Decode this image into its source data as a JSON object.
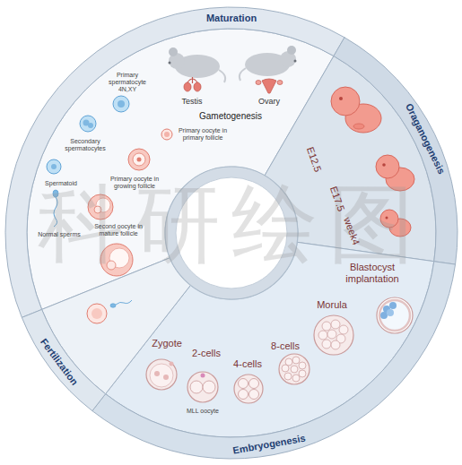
{
  "diagram": {
    "nodes": [
      {
        "text": [
          "Maturation"
        ]
      },
      {
        "text": [
          "Oraganogenesis"
        ]
      },
      {
        "text": [
          "Embryogenesis"
        ]
      },
      {
        "text": [
          "Fertilization"
        ]
      }
    ],
    "labels": [
      "Testis",
      "Ovary",
      "Gametogenesis",
      "Primary spermatocyte 4N,XY",
      "Secondary spermatocytes",
      "Spermatoid",
      "Normal sperms",
      "Primary oocyte in primary follicle",
      "Primary oocyte in growing follicle",
      "Second oocyte in mature follicle",
      "E12.5",
      "E17.5",
      "week4",
      "Zygote",
      "2-cells",
      "4-cells",
      "8-cells",
      "Morula",
      "Blastocyst implantation",
      "MLL oocyte",
      "科研绘图"
    ]
  }
}
